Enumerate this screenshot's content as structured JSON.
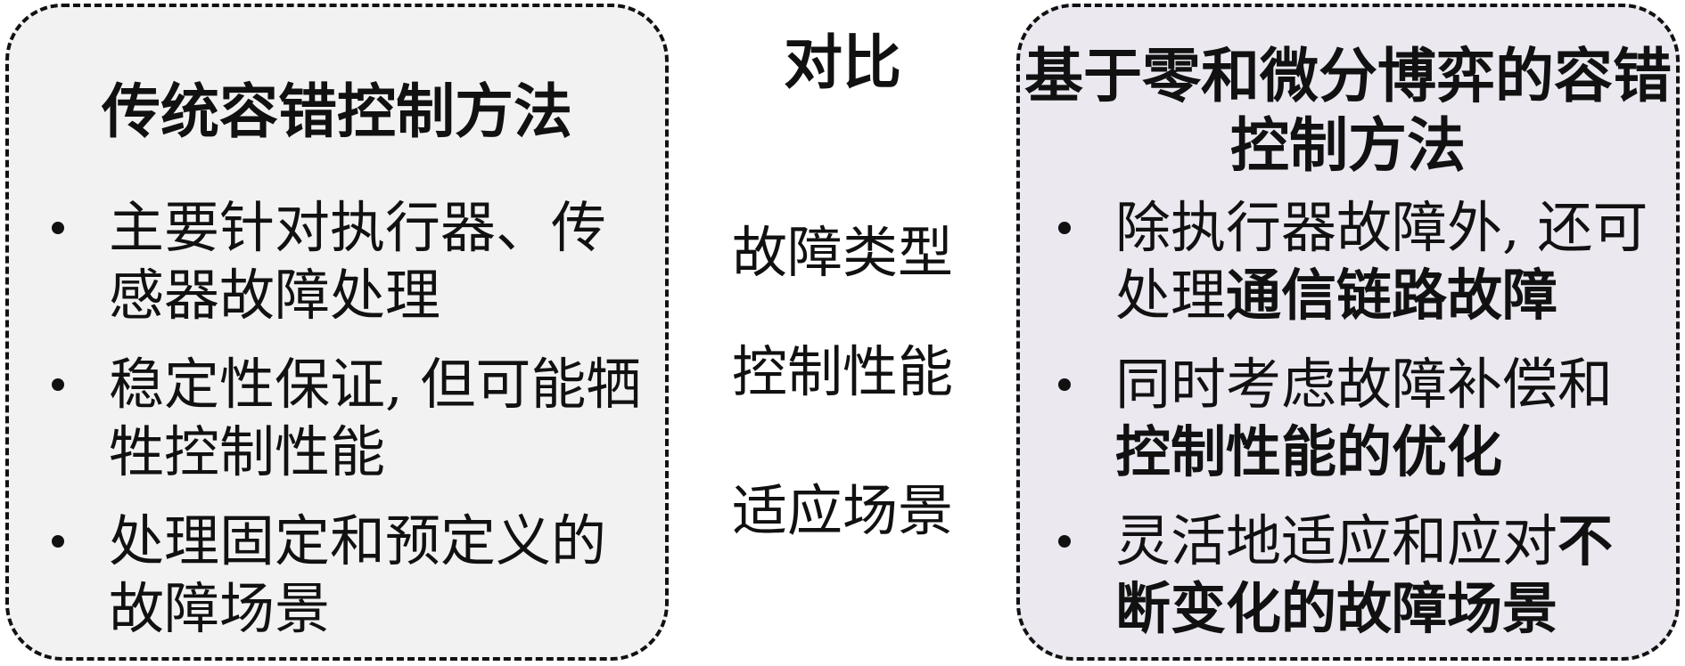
{
  "left_panel": {
    "title": "传统容错控制方法",
    "items": [
      {
        "text": "主要针对执行器、传感器故障处理"
      },
      {
        "text": "稳定性保证, 但可能牺牲控制性能"
      },
      {
        "text": "处理固定和预定义的故障场景"
      }
    ]
  },
  "middle": {
    "title": "对比",
    "criteria": [
      "故障类型",
      "控制性能",
      "适应场景"
    ]
  },
  "right_panel": {
    "title": "基于零和微分博弈的容错控制方法",
    "items": [
      {
        "normal": "除执行器故障外, 还可处理",
        "emph": "通信链路故障"
      },
      {
        "normal": "同时考虑故障补偿和",
        "emph": "控制性能的优化"
      },
      {
        "normal": "灵活地适应和应对",
        "emph": "不断变化的故障场景"
      }
    ]
  },
  "colors": {
    "left_panel_fill": "#f2f2f2",
    "right_panel_fill": "#ebe8f0",
    "border": "#111111"
  }
}
